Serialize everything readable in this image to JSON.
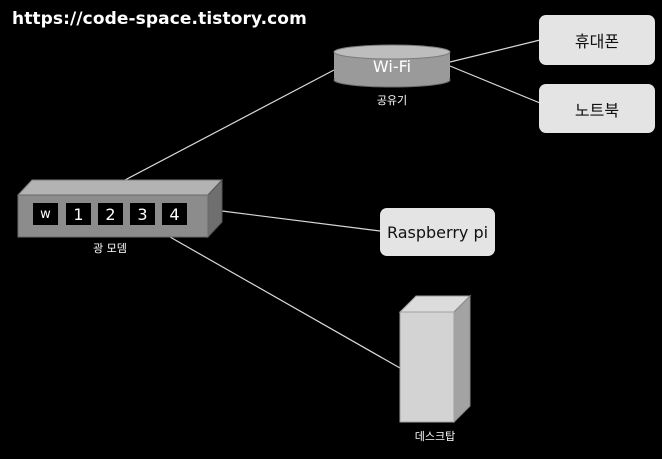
{
  "header": {
    "url": "https://code-space.tistory.com"
  },
  "router": {
    "label": "Wi-Fi",
    "caption": "공유기"
  },
  "modem": {
    "ports": [
      "w",
      "1",
      "2",
      "3",
      "4"
    ],
    "caption": "광 모뎀"
  },
  "devices": {
    "phone": "휴대폰",
    "laptop": "노트북",
    "raspberry": "Raspberry pi",
    "desktop_caption": "데스크탑"
  },
  "colors": {
    "background": "#000000",
    "device_box": "#e4e4e4",
    "connector_line": "#d9d9d9",
    "modem_body": "#8c8c8c",
    "router_body": "#9a9a9a",
    "tower_front": "#d3d3d3"
  }
}
